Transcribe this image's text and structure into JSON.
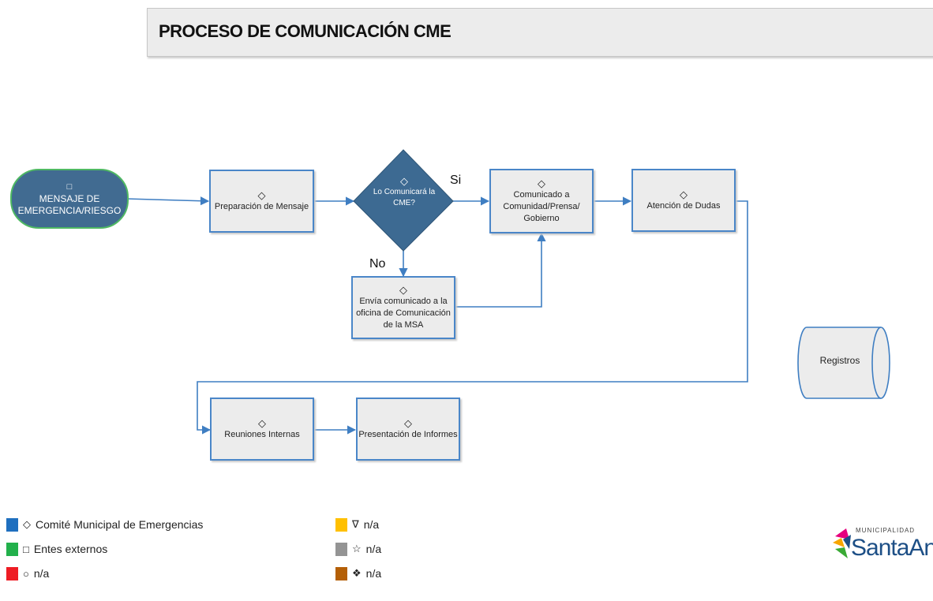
{
  "title": "PROCESO DE COMUNICACIÓN CME",
  "nodes": {
    "start": {
      "symbol": "□",
      "label_line1": "MENSAJE DE",
      "label_line2": "EMERGENCIA/RIESGO"
    },
    "preparacion": {
      "symbol": "◇",
      "label": "Preparación de Mensaje"
    },
    "decision": {
      "symbol": "◇",
      "label_line1": "Lo Comunicará la",
      "label_line2": "CME?"
    },
    "comunicado": {
      "symbol": "◇",
      "label_line1": "Comunicado a",
      "label_line2": "Comunidad/Prensa/",
      "label_line3": "Gobierno"
    },
    "atencion": {
      "symbol": "◇",
      "label": "Atención de Dudas"
    },
    "envia": {
      "symbol": "◇",
      "label_line1": "Envía comunicado a la",
      "label_line2": "oficina de Comunicación",
      "label_line3": "de la MSA"
    },
    "reuniones": {
      "symbol": "◇",
      "label": "Reuniones Internas"
    },
    "presentacion": {
      "symbol": "◇",
      "label": "Presentación de Informes"
    },
    "registros": {
      "label": "Registros"
    }
  },
  "branches": {
    "yes": "Si",
    "no": "No"
  },
  "legend": [
    {
      "color": "#1f6fbf",
      "symbol": "◇",
      "label": "Comité Municipal de Emergencias"
    },
    {
      "color": "#22b04b",
      "symbol": "□",
      "label": "Entes externos"
    },
    {
      "color": "#ee1c24",
      "symbol": "○",
      "label": "n/a"
    },
    {
      "color": "#ffc000",
      "symbol": "∇",
      "label": "n/a"
    },
    {
      "color": "#949494",
      "symbol": "☆",
      "label": "n/a"
    },
    {
      "color": "#b45f06",
      "symbol": "❖",
      "label": "n/a"
    }
  ],
  "logo": {
    "top_text": "MUNICIPALIDAD",
    "main_text": "SantaAn"
  }
}
